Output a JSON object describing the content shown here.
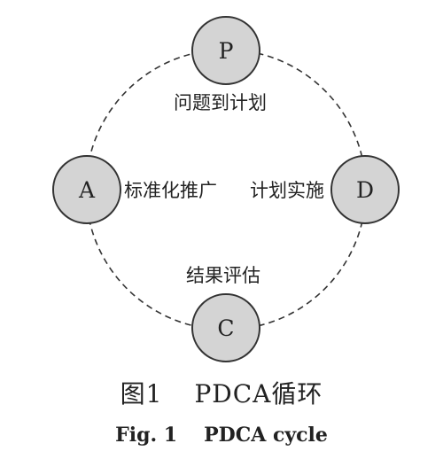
{
  "nodes": {
    "p": "P",
    "d": "D",
    "c": "C",
    "a": "A"
  },
  "edges": {
    "p_to_d": "问题到计划",
    "d_to_c": "计划实施",
    "c_to_a": "结果评估",
    "a_to_p": "标准化推广"
  },
  "caption": {
    "cn_fig_no": "图1",
    "cn_title": "PDCA循环",
    "en_fig_no": "Fig. 1",
    "en_title": "PDCA cycle"
  },
  "colors": {
    "node_fill": "#d4d4d4",
    "stroke": "#333333",
    "text": "#222222"
  }
}
